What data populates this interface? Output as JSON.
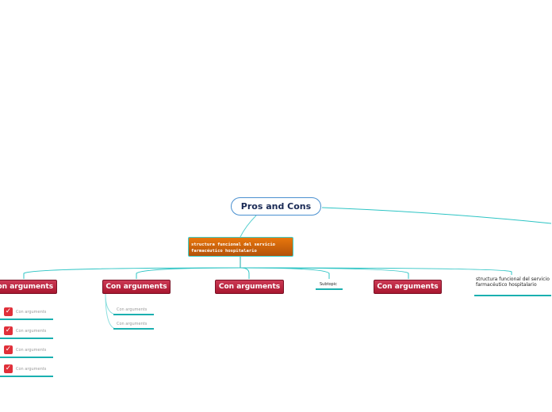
{
  "root": {
    "label": "Pros and Cons"
  },
  "main_topic": {
    "label": "structura funcional del servicio farmacéutico hospitalario"
  },
  "children": [
    {
      "label": "Con arguments",
      "type": "con"
    },
    {
      "label": "Con arguments",
      "type": "con"
    },
    {
      "label": "Con arguments",
      "type": "con"
    },
    {
      "label": "Subtopic",
      "type": "subtopic"
    },
    {
      "label": "Con arguments",
      "type": "con"
    },
    {
      "label": "structura funcional del servicio farmacéutico hospitalario",
      "type": "subtopic"
    }
  ],
  "checked_items": [
    "Con arguments",
    "Con arguments",
    "Con arguments",
    "Con arguments"
  ],
  "sub_items": [
    "Con arguments",
    "Con arguments"
  ],
  "colors": {
    "connector": "#2cc4c4",
    "con_box": "#b8203a",
    "main_box": "#d86a0b",
    "root_border": "#4a90d0"
  }
}
